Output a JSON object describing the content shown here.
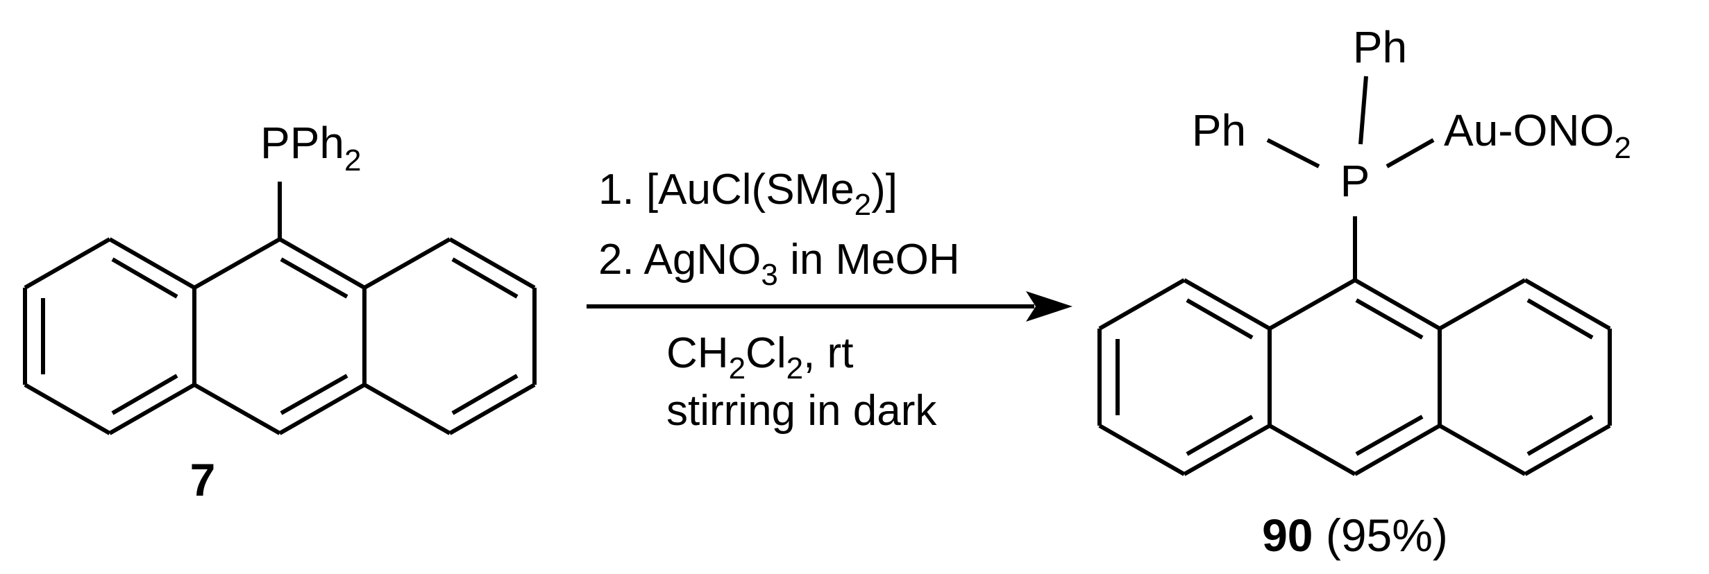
{
  "reactant": {
    "substituent_label": "PPh",
    "substituent_sub": "2",
    "compound_number": "7"
  },
  "conditions": {
    "step1_prefix": "1. [AuCl(SMe",
    "step1_sub": "2",
    "step1_suffix": ")]",
    "step2_prefix": "2. AgNO",
    "step2_sub": "3",
    "step2_suffix": " in MeOH",
    "solvent_prefix": "CH",
    "solvent_sub1": "2",
    "solvent_mid": "Cl",
    "solvent_sub2": "2",
    "solvent_suffix": ", rt",
    "note": "stirring in dark"
  },
  "product": {
    "phenyl_top": "Ph",
    "phenyl_left": "Ph",
    "phosphorus": "P",
    "gold_group": "Au-ONO",
    "gold_group_sub": "2",
    "compound_number": "90",
    "yield": " (95%)"
  }
}
